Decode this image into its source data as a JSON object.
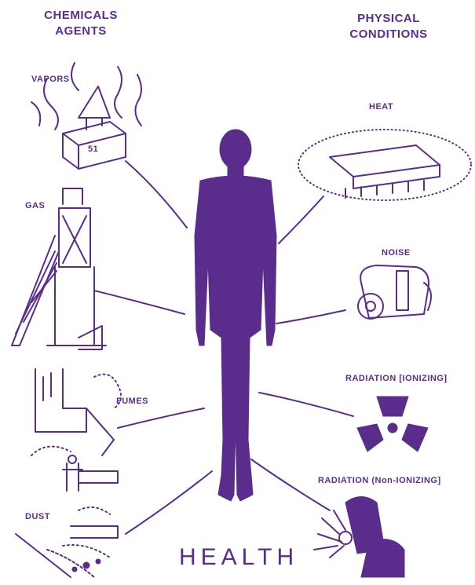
{
  "headers": {
    "chemical_line1": "CHEMICALS",
    "chemical_line2": "AGENTS",
    "physical_line1": "PHYSICAL",
    "physical_line2": "CONDITIONS"
  },
  "chemical_agents": [
    "VAPORS",
    "GAS",
    "FUMES",
    "DUST"
  ],
  "physical_conditions": [
    "HEAT",
    "NOISE",
    "RADIATION [IONIZING]",
    "RADIATION (Non-IONIZING]"
  ],
  "vapor_box_label": "51",
  "center_label": "HEALTH",
  "colors": {
    "ink": "#5a2d8c",
    "background": "#ffffff"
  }
}
